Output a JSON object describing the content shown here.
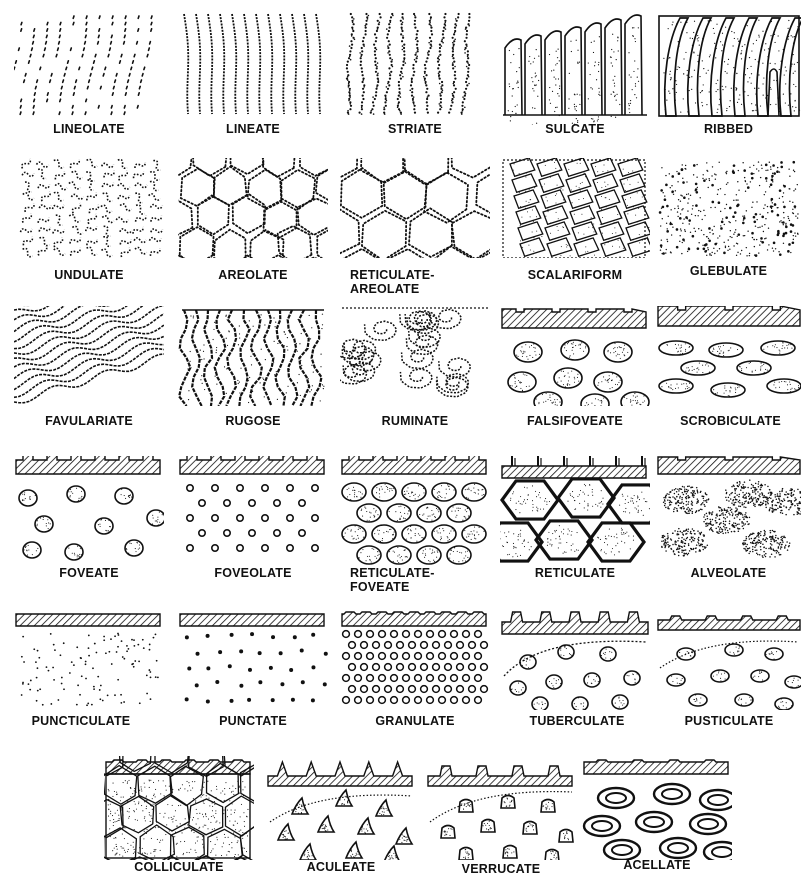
{
  "colors": {
    "ink": "#111111",
    "paper": "#ffffff"
  },
  "rows": [
    {
      "items": [
        {
          "key": "lineolate",
          "label": "LINEOLATE",
          "pattern": "lineolate"
        },
        {
          "key": "lineate",
          "label": "LINEATE",
          "pattern": "lineate"
        },
        {
          "key": "striate",
          "label": "STRIATE",
          "pattern": "striate"
        },
        {
          "key": "sulcate",
          "label": "SULCATE",
          "pattern": "sulcate"
        },
        {
          "key": "ribbed",
          "label": "RIBBED",
          "pattern": "ribbed"
        }
      ]
    },
    {
      "items": [
        {
          "key": "undulate",
          "label": "UNDULATE",
          "pattern": "undulate"
        },
        {
          "key": "areolate",
          "label": "AREOLATE",
          "pattern": "areolate"
        },
        {
          "key": "reticulate-areolate",
          "label": "RETICULATE-",
          "label2": "AREOLATE",
          "pattern": "reticulate-areolate"
        },
        {
          "key": "scalariform",
          "label": "SCALARIFORM",
          "pattern": "scalariform"
        },
        {
          "key": "glebulate",
          "label": "GLEBULATE",
          "pattern": "glebulate"
        }
      ]
    },
    {
      "items": [
        {
          "key": "favulariate",
          "label": "FAVULARIATE",
          "pattern": "favulariate"
        },
        {
          "key": "rugose",
          "label": "RUGOSE",
          "pattern": "rugose"
        },
        {
          "key": "ruminate",
          "label": "RUMINATE",
          "pattern": "ruminate"
        },
        {
          "key": "falsifoveate",
          "label": "FALSIFOVEATE",
          "pattern": "falsifoveate"
        },
        {
          "key": "scrobiculate",
          "label": "SCROBICULATE",
          "pattern": "scrobiculate"
        }
      ]
    },
    {
      "items": [
        {
          "key": "foveate",
          "label": "FOVEATE",
          "pattern": "foveate"
        },
        {
          "key": "foveolate",
          "label": "FOVEOLATE",
          "pattern": "foveolate"
        },
        {
          "key": "reticulate-foveate",
          "label": "RETICULATE-",
          "label2": "FOVEATE",
          "pattern": "reticulate-foveate"
        },
        {
          "key": "reticulate",
          "label": "RETICULATE",
          "pattern": "reticulate"
        },
        {
          "key": "alveolate",
          "label": "ALVEOLATE",
          "pattern": "alveolate"
        }
      ]
    },
    {
      "items": [
        {
          "key": "puncticulate",
          "label": "PUNCTICULATE",
          "pattern": "puncticulate"
        },
        {
          "key": "punctate",
          "label": "PUNCTATE",
          "pattern": "punctate"
        },
        {
          "key": "granulate",
          "label": "GRANULATE",
          "pattern": "granulate"
        },
        {
          "key": "tuberculate",
          "label": "TUBERCULATE",
          "pattern": "tuberculate"
        },
        {
          "key": "pusticulate",
          "label": "PUSTICULATE",
          "pattern": "pusticulate"
        }
      ]
    },
    {
      "items": [
        {
          "key": "colliculate",
          "label": "COLLICULATE",
          "pattern": "colliculate"
        },
        {
          "key": "aculeate",
          "label": "ACULEATE",
          "pattern": "aculeate"
        },
        {
          "key": "verrucate",
          "label": "VERRUCATE",
          "pattern": "verrucate"
        },
        {
          "key": "acellate",
          "label": "ACELLATE",
          "pattern": "acellate"
        }
      ]
    }
  ]
}
